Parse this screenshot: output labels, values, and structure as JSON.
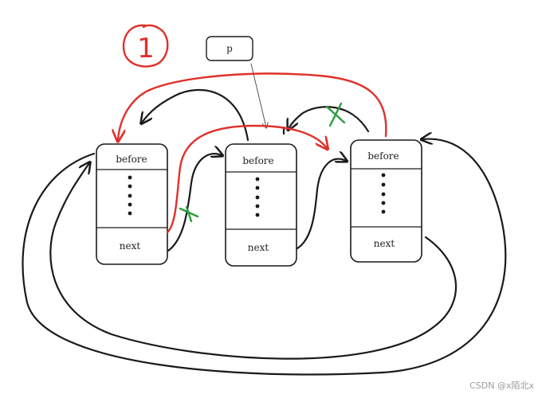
{
  "step_marker": "1",
  "pointer_label": "p",
  "nodes": [
    {
      "before_label": "before",
      "next_label": "next"
    },
    {
      "before_label": "before",
      "next_label": "next"
    },
    {
      "before_label": "before",
      "next_label": "next"
    }
  ],
  "watermark": "CSDN @x陌北x",
  "colors": {
    "ink": "#1a1a1a",
    "accent_red": "#e0302a",
    "cross_green": "#2a9d3a",
    "watermark": "#9a9a9a"
  }
}
